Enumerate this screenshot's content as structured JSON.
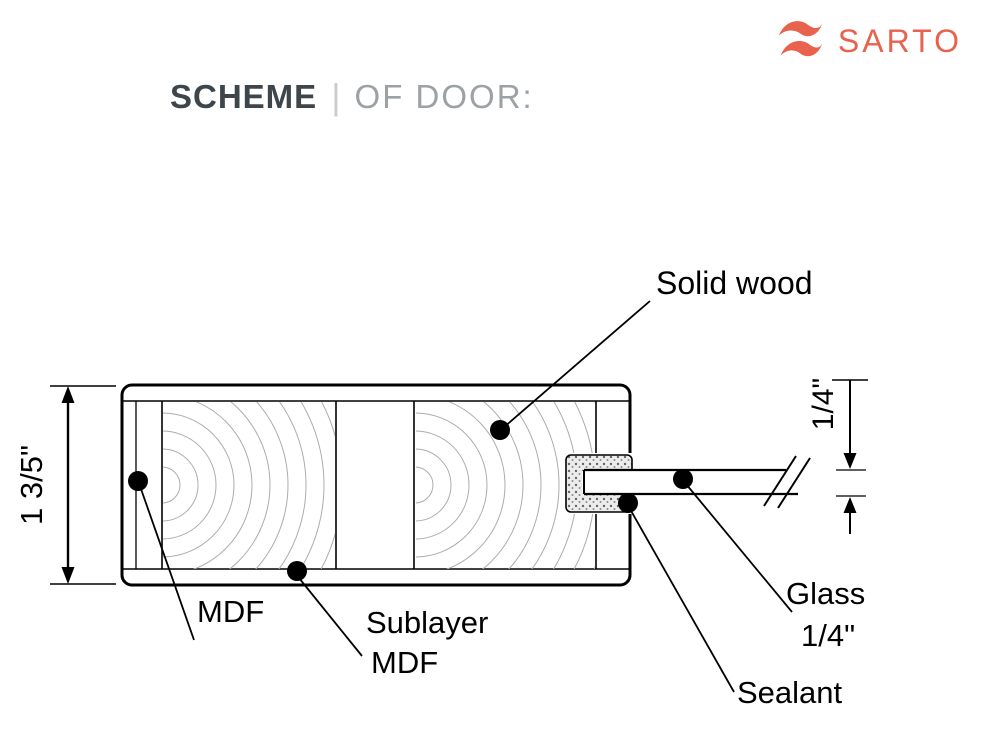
{
  "brand": {
    "name": "SARTO",
    "color": "#e8624d"
  },
  "title": {
    "main": "SCHEME",
    "separator": "|",
    "sub": "OF DOOR:"
  },
  "diagram": {
    "dim_height": "1 3/5\"",
    "dim_glass": "1/4\"",
    "labels": {
      "solid_wood": "Solid wood",
      "mdf": "MDF",
      "sublayer_line1": "Sublayer",
      "sublayer_line2": "MDF",
      "glass_line1": "Glass",
      "glass_line2": "1/4\"",
      "sealant": "Sealant"
    }
  }
}
